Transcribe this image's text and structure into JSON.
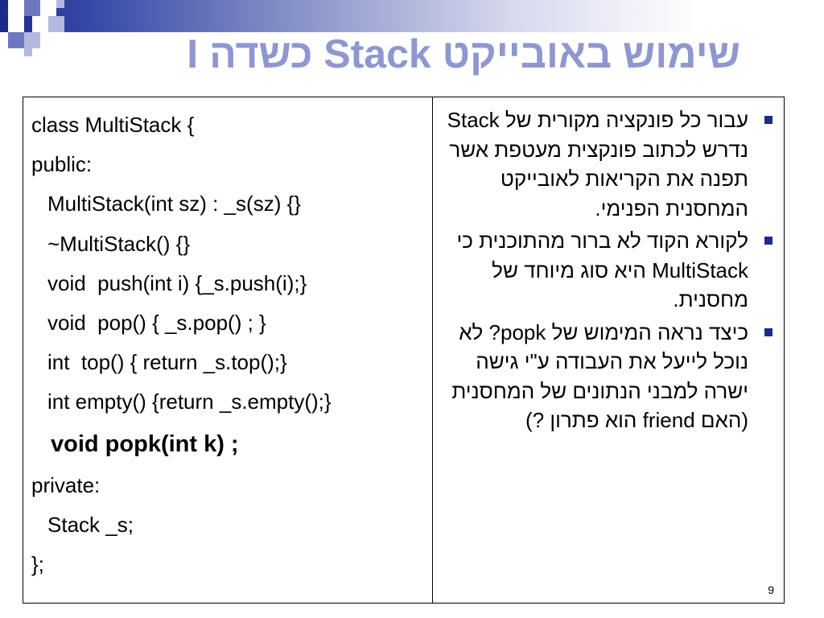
{
  "slide": {
    "title": "שימוש באובייקט Stack כשדה I",
    "page_number": "9",
    "accent_color": "#1c2a8a",
    "title_color": "#8e97cf"
  },
  "code": {
    "lines": [
      "class MultiStack {",
      "public:",
      "MultiStack(int sz) : _s(sz) {}",
      "~MultiStack() {}",
      "void  push(int i) {_s.push(i);}",
      "void  pop() { _s.pop() ; }",
      "int  top() { return _s.top();}",
      "int empty() {return _s.empty();}",
      "void popk(int k) ;",
      "private:",
      "Stack _s;",
      "};"
    ]
  },
  "bullets": {
    "items": [
      "עבור כל פונקציה מקורית של Stack נדרש לכתוב פונקצית מעטפת אשר תפנה את הקריאות לאובייקט המחסנית הפנימי.",
      "לקורא הקוד לא ברור מהתוכנית כי MultiStack היא סוג מיוחד של מחסנית.",
      "כיצד נראה המימוש של popk? לא נוכל לייעל את העבודה ע\"י גישה ישרה למבני הנתונים של המחסנית (האם friend הוא פתרון ?)"
    ]
  }
}
